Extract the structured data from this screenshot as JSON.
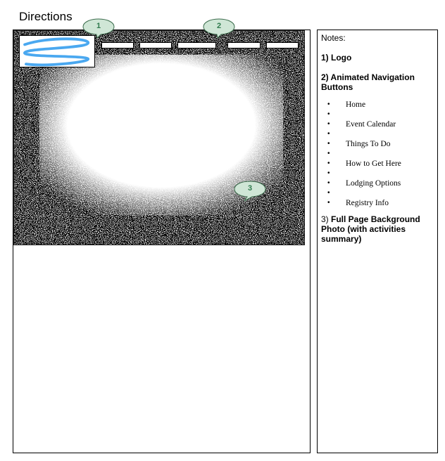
{
  "title": "Directions",
  "callouts": [
    "1",
    "2",
    "3"
  ],
  "nav_buttons": [
    "",
    "",
    "",
    "",
    ""
  ],
  "notes": {
    "heading": "Notes:",
    "item1": "1) Logo",
    "item2": "2) Animated Navigation Buttons",
    "nav_list": [
      "Home",
      "",
      "Event Calendar",
      "",
      "Things To Do",
      "",
      "How to Get Here",
      "",
      "Lodging Options",
      "",
      "Registry Info"
    ],
    "item3_prefix": "3) ",
    "item3_bold": "Full Page Background Photo (with activities summary)"
  },
  "colors": {
    "callout_fill": "#cfe6d6",
    "callout_text": "#2f7a4d",
    "logo_spiral": "#4aa8f0"
  }
}
